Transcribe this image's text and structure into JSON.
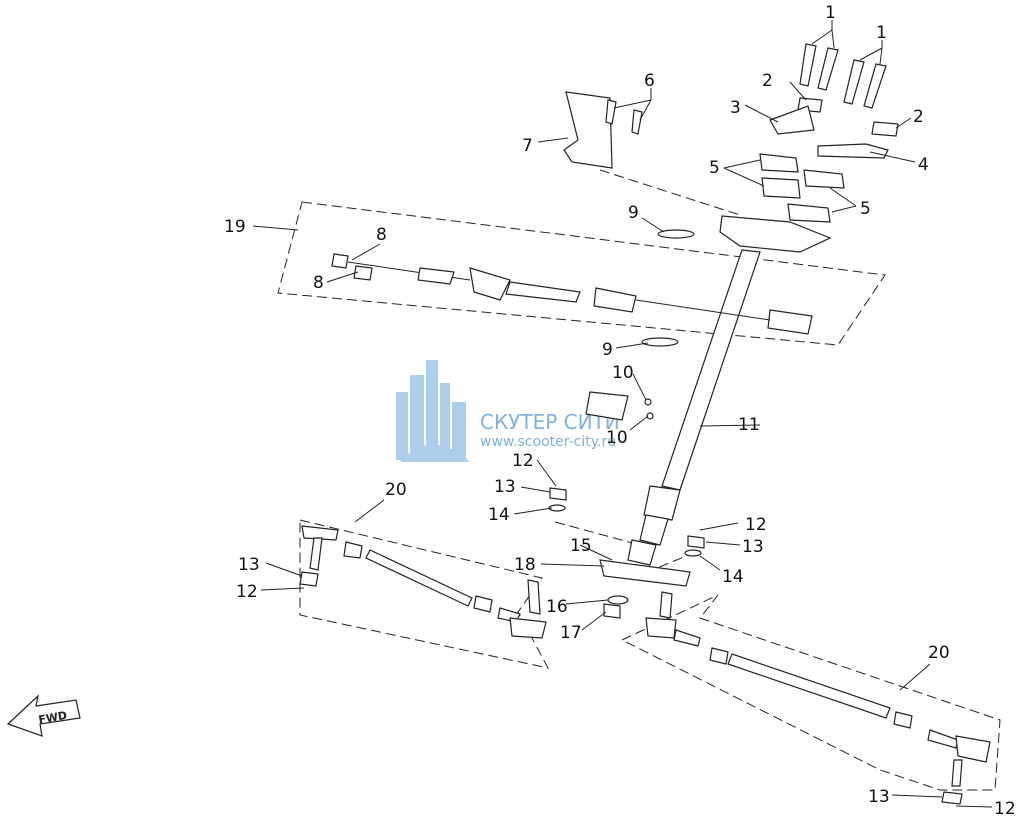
{
  "labels": {
    "p1a": "1",
    "p1b": "1",
    "p2a": "2",
    "p2b": "2",
    "p3": "3",
    "p4": "4",
    "p5a": "5",
    "p5b": "5",
    "p6": "6",
    "p7": "7",
    "p8a": "8",
    "p8b": "8",
    "p9a": "9",
    "p9b": "9",
    "p10a": "10",
    "p10b": "10",
    "p11": "11",
    "p12a": "12",
    "p12b": "12",
    "p12c": "12",
    "p12d": "12",
    "p13a": "13",
    "p13b": "13",
    "p13c": "13",
    "p13d": "13",
    "p14a": "14",
    "p14b": "14",
    "p15": "15",
    "p16": "16",
    "p17": "17",
    "p18": "18",
    "p19": "19",
    "p20a": "20",
    "p20b": "20"
  },
  "watermark": {
    "title": "СКУТЕР СИТИ",
    "url": "www.scooter-city.ru",
    "color": "#7fb2dc"
  },
  "fwd_arrow": {
    "label": "FWD"
  }
}
